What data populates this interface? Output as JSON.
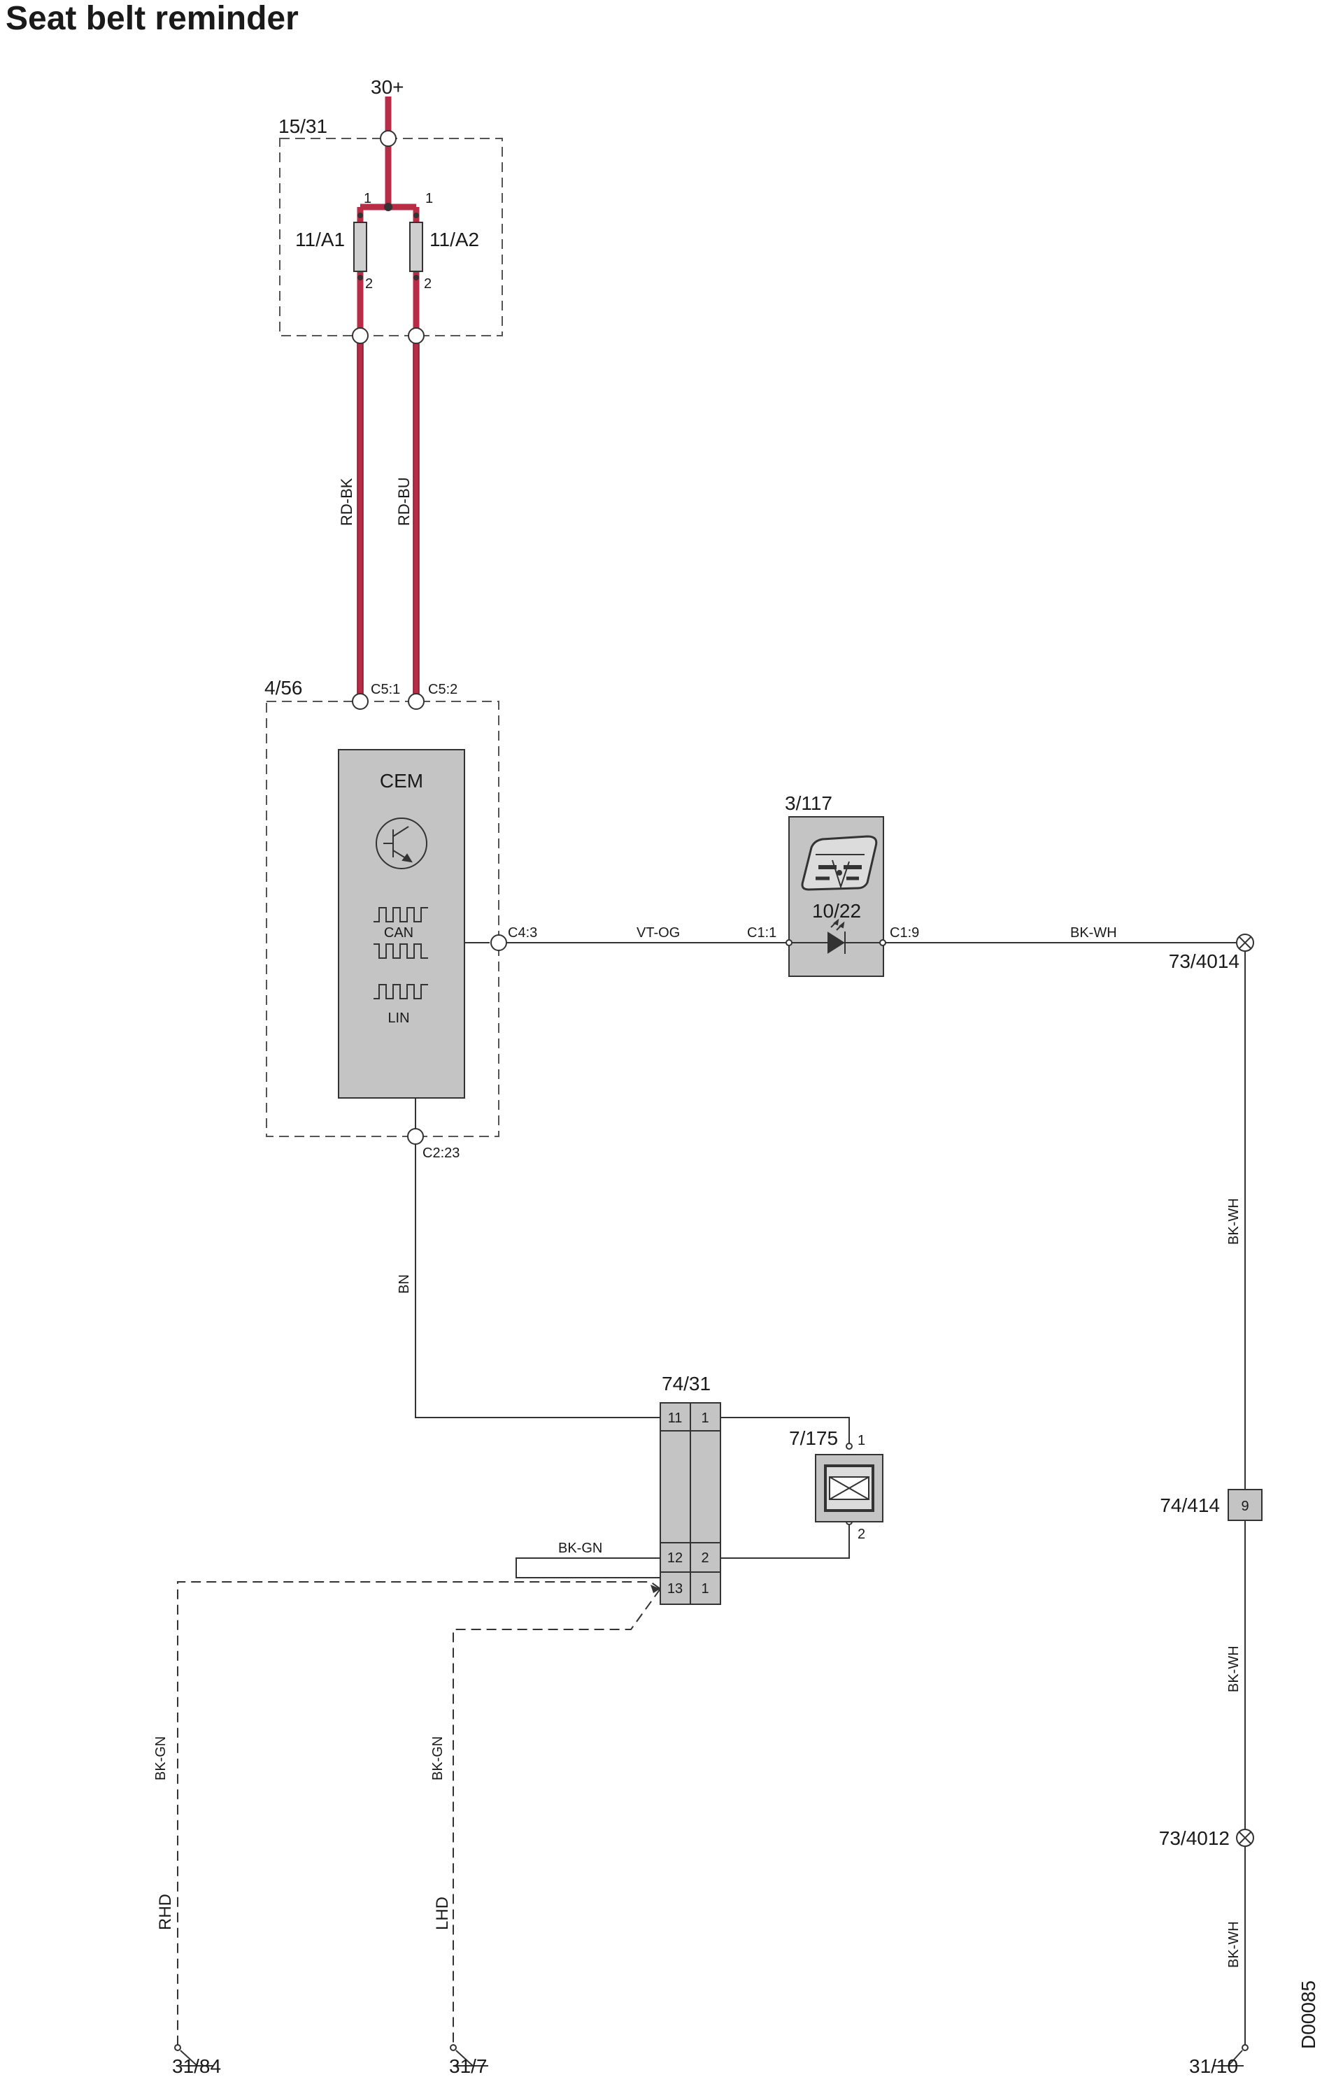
{
  "title": "Seat belt reminder",
  "doc_id": "D00085",
  "colors": {
    "power_wire": "#b82c45",
    "power_wire_dark": "#7e1a2c",
    "module_fill": "#c4c4c4",
    "wire": "#333333",
    "box_border": "#555555"
  },
  "supply": {
    "label": "30+"
  },
  "fusebox": {
    "label": "15/31"
  },
  "fuses": [
    {
      "label": "11/A1",
      "pin_in": "1",
      "pin_out": "2"
    },
    {
      "label": "11/A2",
      "pin_in": "1",
      "pin_out": "2"
    }
  ],
  "wires": {
    "rd_bk": "RD-BK",
    "rd_bu": "RD-BU",
    "vt_og": "VT-OG",
    "bk_wh_top": "BK-WH",
    "bk_wh_right": "BK-WH",
    "bk_wh_mid": "BK-WH",
    "bk_wh_low": "BK-WH",
    "bn": "BN",
    "bk_gn_mid": "BK-GN",
    "bk_gn_left": "BK-GN",
    "bk_gn_center": "BK-GN"
  },
  "cem": {
    "box_label": "4/56",
    "name": "CEM",
    "can": "CAN",
    "lin": "LIN",
    "pins": {
      "c51": "C5:1",
      "c52": "C5:2",
      "c43": "C4:3",
      "c223": "C2:23"
    }
  },
  "indicator": {
    "label": "3/117",
    "sub_label": "10/22",
    "pin_c11": "C1:1",
    "pin_c19": "C1:9"
  },
  "splices": {
    "s4014": "73/4014",
    "s4012": "73/4012"
  },
  "connector_7431": {
    "label": "74/31",
    "rows": [
      {
        "left": "11",
        "right": "1"
      },
      {
        "left": "12",
        "right": "2"
      },
      {
        "left": "13",
        "right": "1"
      }
    ]
  },
  "connector_74414": {
    "label": "74/414",
    "pin": "9"
  },
  "seat_switch": {
    "label": "7/175",
    "pin1": "1",
    "pin2": "2"
  },
  "grounds": {
    "g3184": "31/84",
    "g317": "31/7",
    "g3110": "31/10"
  },
  "variants": {
    "rhd": "RHD",
    "lhd": "LHD"
  }
}
